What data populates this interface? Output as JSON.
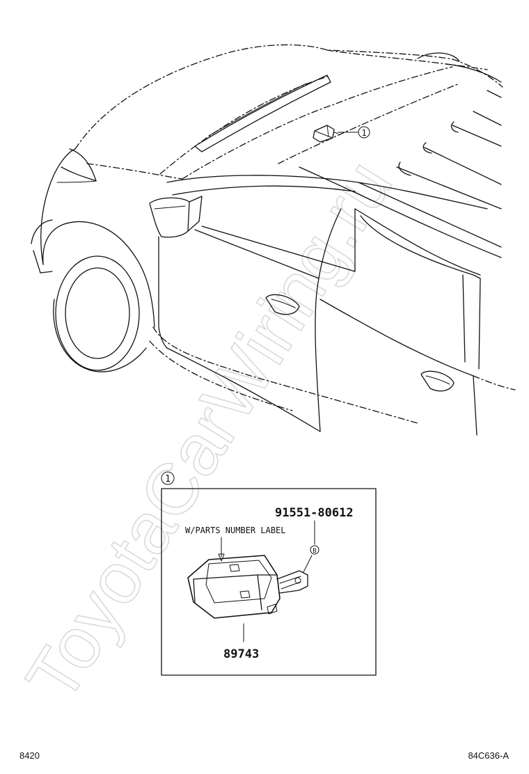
{
  "watermark": "ToyotaCarWiring.ru",
  "callout": {
    "number": "1"
  },
  "detail": {
    "callout_number": "1",
    "part_bolt": "91551-80612",
    "note": "W/PARTS NUMBER LABEL",
    "bolt_symbol": "B",
    "part_main": "89743"
  },
  "footer": {
    "left_code": "8420",
    "right_code": "84C636-A"
  }
}
